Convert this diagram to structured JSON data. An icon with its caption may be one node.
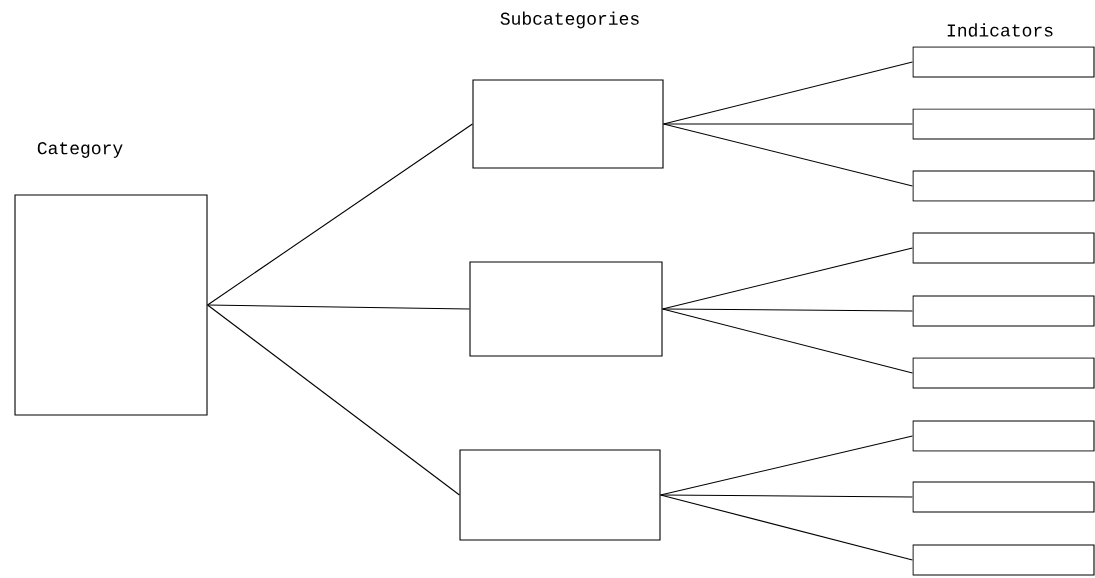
{
  "diagram": {
    "nodes": [
      {
        "text": [],
        "shape": "box"
      },
      {
        "text": [],
        "shape": "box"
      },
      {
        "text": [],
        "shape": "box"
      },
      {
        "text": [],
        "shape": "box"
      },
      {
        "text": [],
        "shape": "box"
      },
      {
        "text": [],
        "shape": "box"
      },
      {
        "text": [],
        "shape": "box"
      },
      {
        "text": [],
        "shape": "box"
      },
      {
        "text": [],
        "shape": "box"
      },
      {
        "text": [],
        "shape": "box"
      },
      {
        "text": [],
        "shape": "box"
      },
      {
        "text": [],
        "shape": "box"
      },
      {
        "text": [],
        "shape": "box"
      }
    ],
    "edges": [
      {
        "from": 0,
        "to": 1,
        "arrow": "none"
      },
      {
        "from": 0,
        "to": 2,
        "arrow": "none"
      },
      {
        "from": 0,
        "to": 3,
        "arrow": "none"
      },
      {
        "from": 1,
        "to": 4,
        "arrow": "none"
      },
      {
        "from": 1,
        "to": 5,
        "arrow": "none"
      },
      {
        "from": 1,
        "to": 6,
        "arrow": "none"
      },
      {
        "from": 2,
        "to": 7,
        "arrow": "none"
      },
      {
        "from": 2,
        "to": 8,
        "arrow": "none"
      },
      {
        "from": 2,
        "to": 9,
        "arrow": "none"
      },
      {
        "from": 3,
        "to": 10,
        "arrow": "none"
      },
      {
        "from": 3,
        "to": 11,
        "arrow": "none"
      },
      {
        "from": 3,
        "to": 12,
        "arrow": "none"
      }
    ],
    "labels": [
      "Category",
      "Subcategories",
      "Indicators"
    ]
  }
}
